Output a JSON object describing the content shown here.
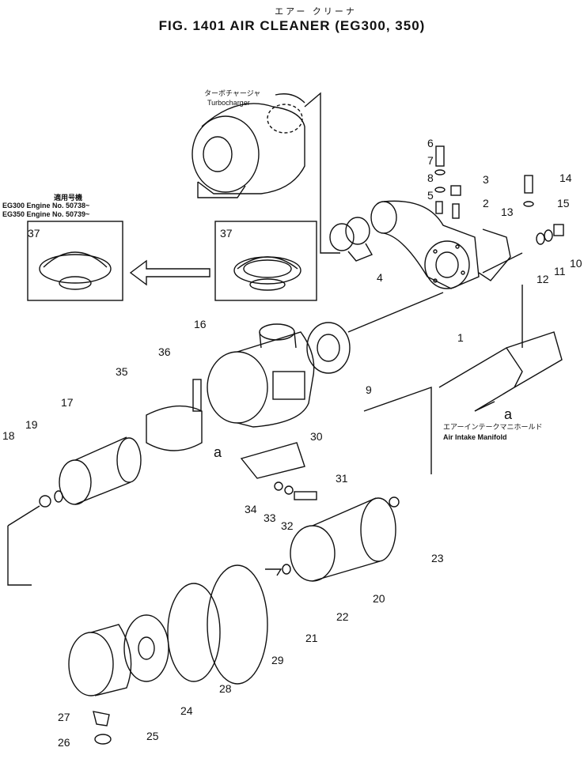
{
  "title": {
    "jp": "エアー クリーナ",
    "main": "FIG. 1401    AIR CLEANER (EG300, 350)"
  },
  "notes": {
    "turbo_jp": "ターボチャージャ",
    "turbo_en": "Turbocharger",
    "applicable_jp": "適用号機",
    "eg300": "EG300  Engine  No.  50738~",
    "eg350": "EG350  Engine  No.  50739~",
    "manifold_jp": "エアーインテークマニホールド",
    "manifold_en": "Air  Intake  Manifold",
    "ref_a": "a"
  },
  "parts": [
    "1",
    "2",
    "3",
    "4",
    "5",
    "6",
    "7",
    "8",
    "9",
    "10",
    "11",
    "12",
    "13",
    "14",
    "15",
    "16",
    "17",
    "18",
    "19",
    "20",
    "21",
    "22",
    "23",
    "24",
    "25",
    "26",
    "27",
    "28",
    "29",
    "30",
    "31",
    "32",
    "33",
    "34",
    "35",
    "36",
    "37"
  ]
}
